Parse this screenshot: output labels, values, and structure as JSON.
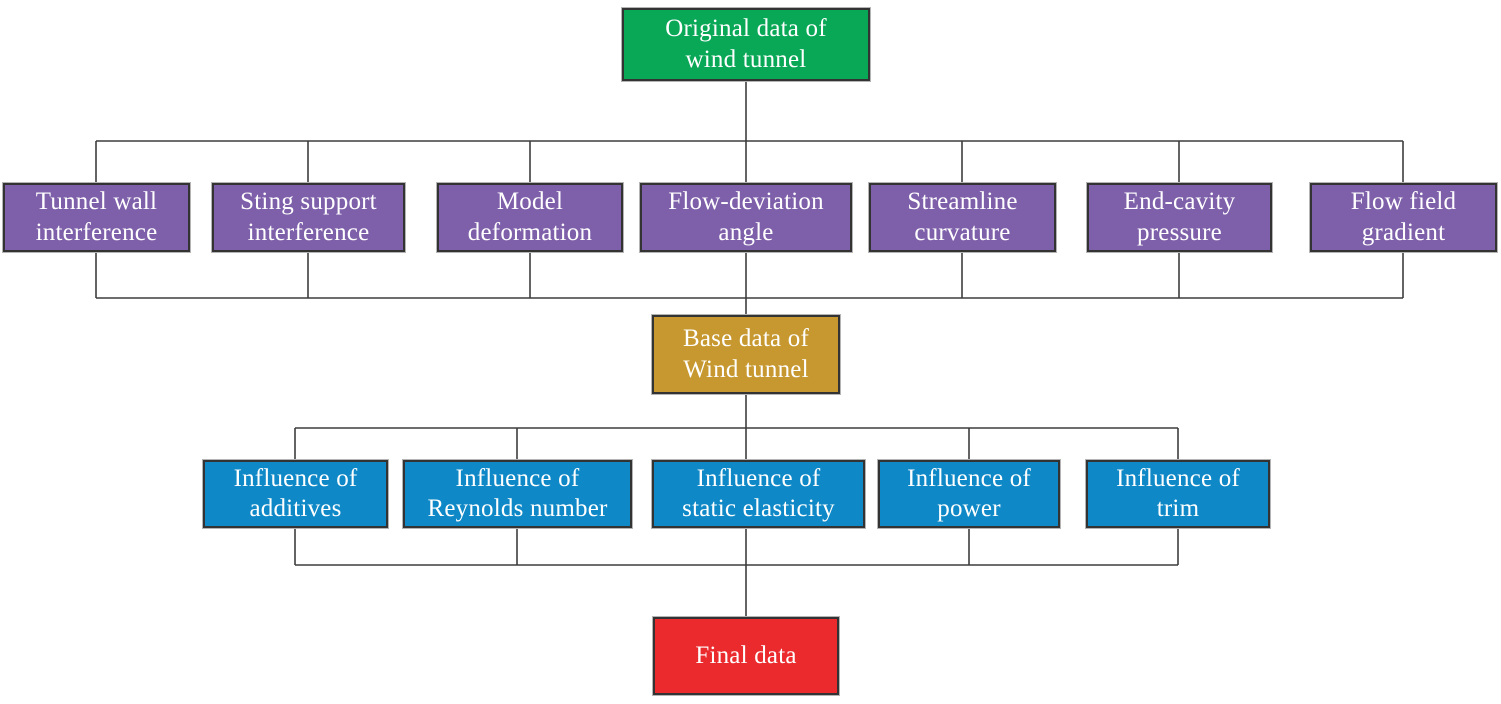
{
  "flowchart": {
    "root": {
      "label": "Original data of\nwind tunnel",
      "color": "#09A857"
    },
    "corrections_color": "#7E5FA9",
    "corrections": [
      {
        "label": "Tunnel wall\ninterference"
      },
      {
        "label": "Sting support\ninterference"
      },
      {
        "label": "Model\ndeformation"
      },
      {
        "label": "Flow-deviation\nangle"
      },
      {
        "label": "Streamline\ncurvature"
      },
      {
        "label": "End-cavity\npressure"
      },
      {
        "label": "Flow field\ngradient"
      }
    ],
    "base": {
      "label": "Base data of\nWind tunnel",
      "color": "#C6982F"
    },
    "influences_color": "#0E88C6",
    "influences": [
      {
        "label": "Influence of\nadditives"
      },
      {
        "label": "Influence of\nReynolds number"
      },
      {
        "label": "Influence of\nstatic elasticity"
      },
      {
        "label": "Influence of\npower"
      },
      {
        "label": "Influence of\ntrim"
      }
    ],
    "final": {
      "label": "Final data",
      "color": "#EB2A2D"
    },
    "line_color": "#3d3d3d",
    "text_color": "#ffffff"
  }
}
